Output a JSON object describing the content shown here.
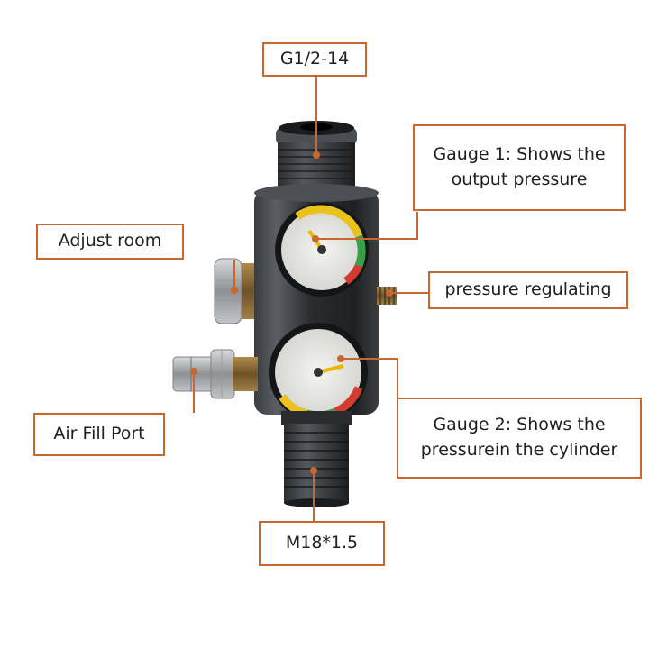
{
  "labels": {
    "top_thread": "G1/2-14",
    "gauge1": [
      "Gauge 1: Shows the",
      "output pressure"
    ],
    "adjust_room": "Adjust room",
    "pressure_regulating": "pressure regulating",
    "air_fill_port": "Air Fill Port",
    "gauge2": [
      "Gauge 2: Shows the",
      "pressurein the cylinder"
    ],
    "bottom_thread": "M18*1.5"
  },
  "colors": {
    "callout_border": "#c8672f",
    "leader_line": "#c8672f",
    "body": "#2f3134",
    "needle": "#e8b800"
  }
}
